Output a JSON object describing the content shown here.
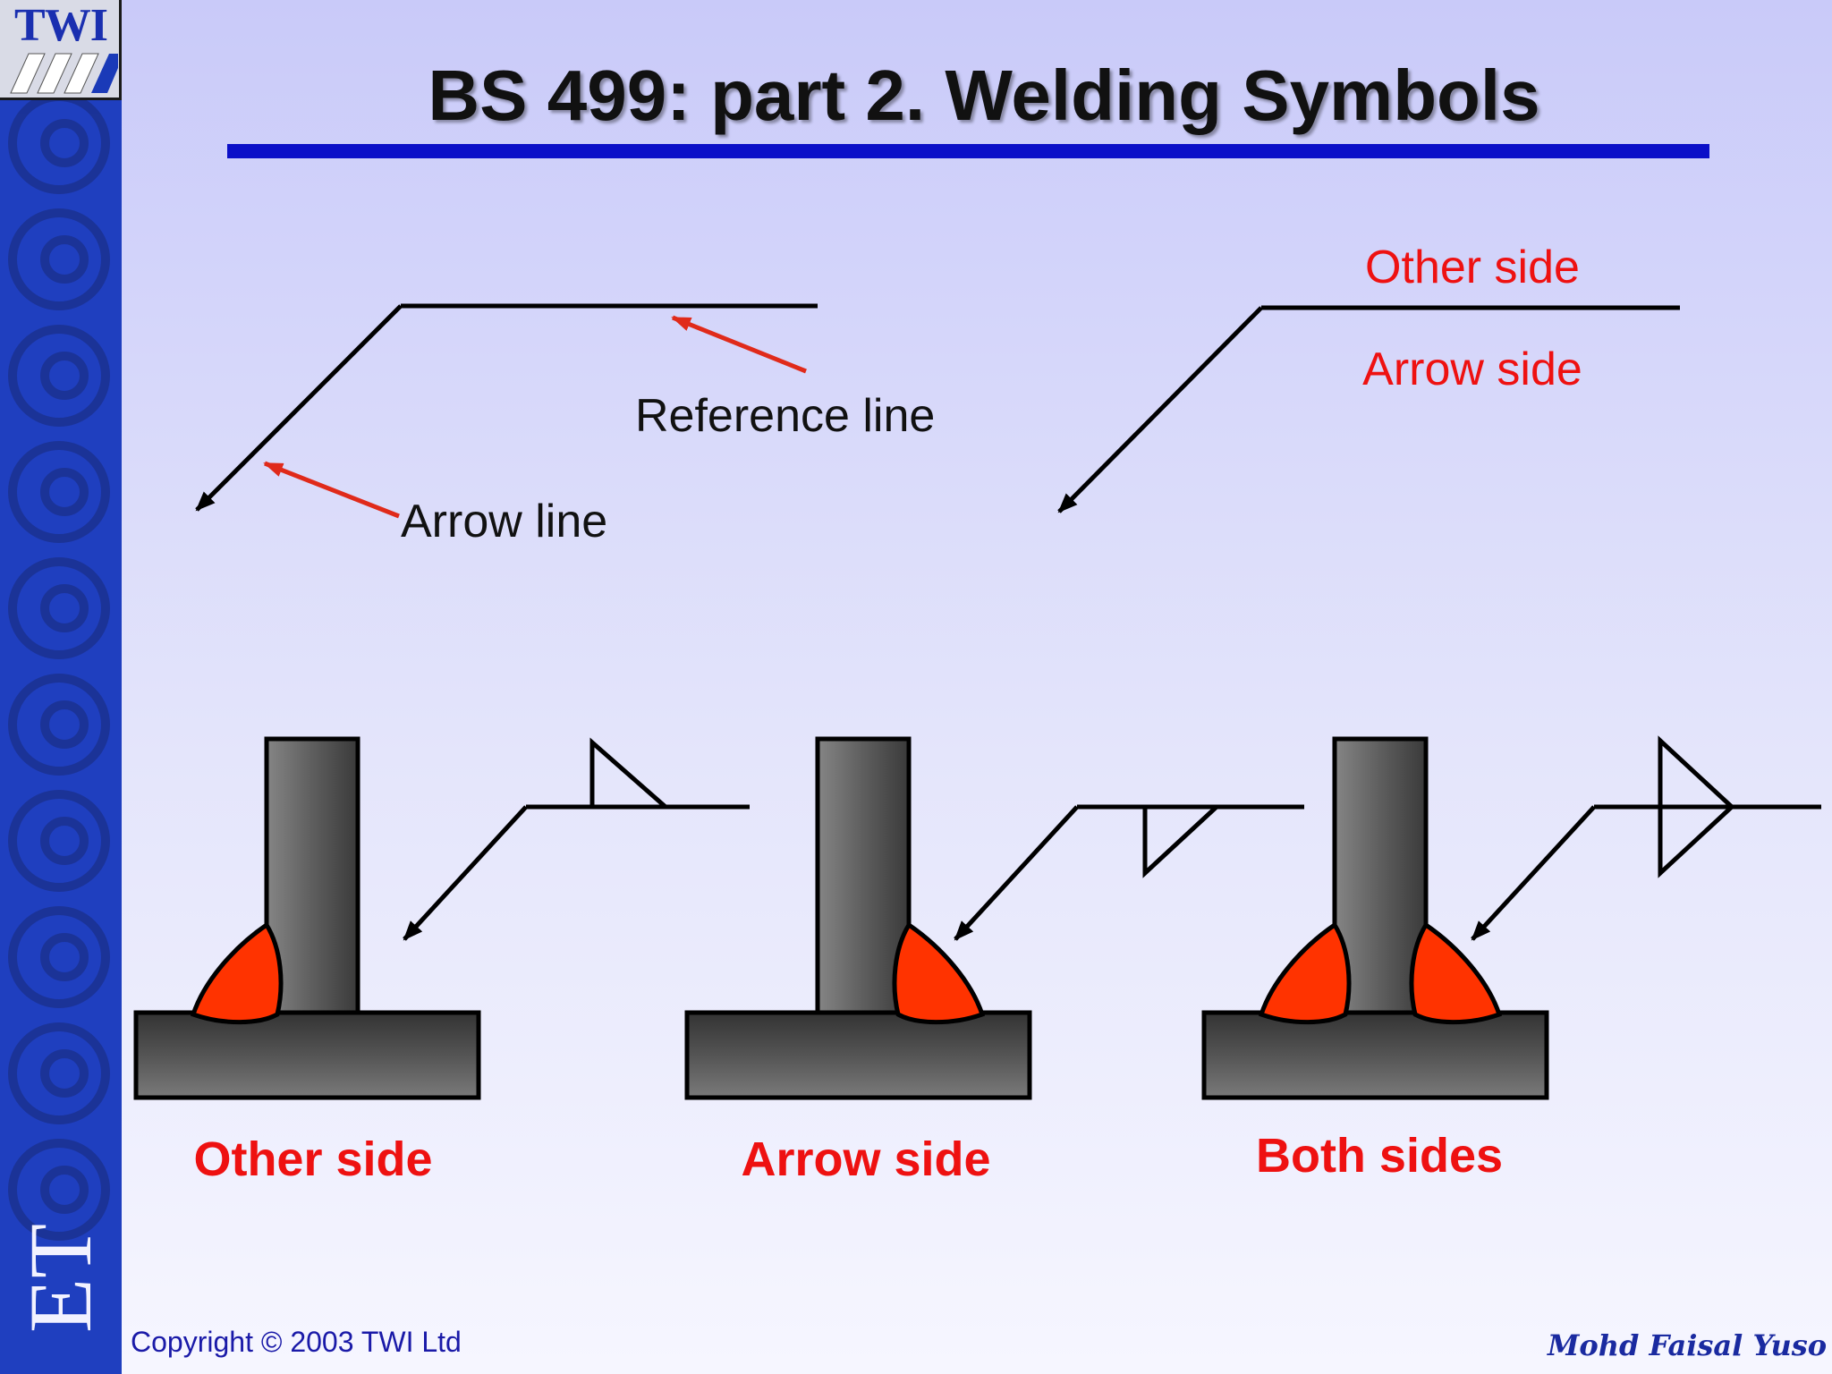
{
  "logo": {
    "text": "TWI"
  },
  "sidebar": {
    "mark": "ET"
  },
  "title": "BS 499: part 2.  Welding Symbols",
  "labels": {
    "reference_line": "Reference line",
    "arrow_line": "Arrow line",
    "other_side": "Other side",
    "arrow_side": "Arrow side"
  },
  "captions": {
    "other_side": "Other side",
    "arrow_side": "Arrow side",
    "both_sides": "Both sides"
  },
  "footer": {
    "copyright": "Copyright © 2003 TWI Ltd",
    "author": "Mohd Faisal Yuso"
  },
  "colors": {
    "accent_blue": "#0b0fc8",
    "label_red": "#ee1111",
    "weld_orange": "#ff3300"
  }
}
